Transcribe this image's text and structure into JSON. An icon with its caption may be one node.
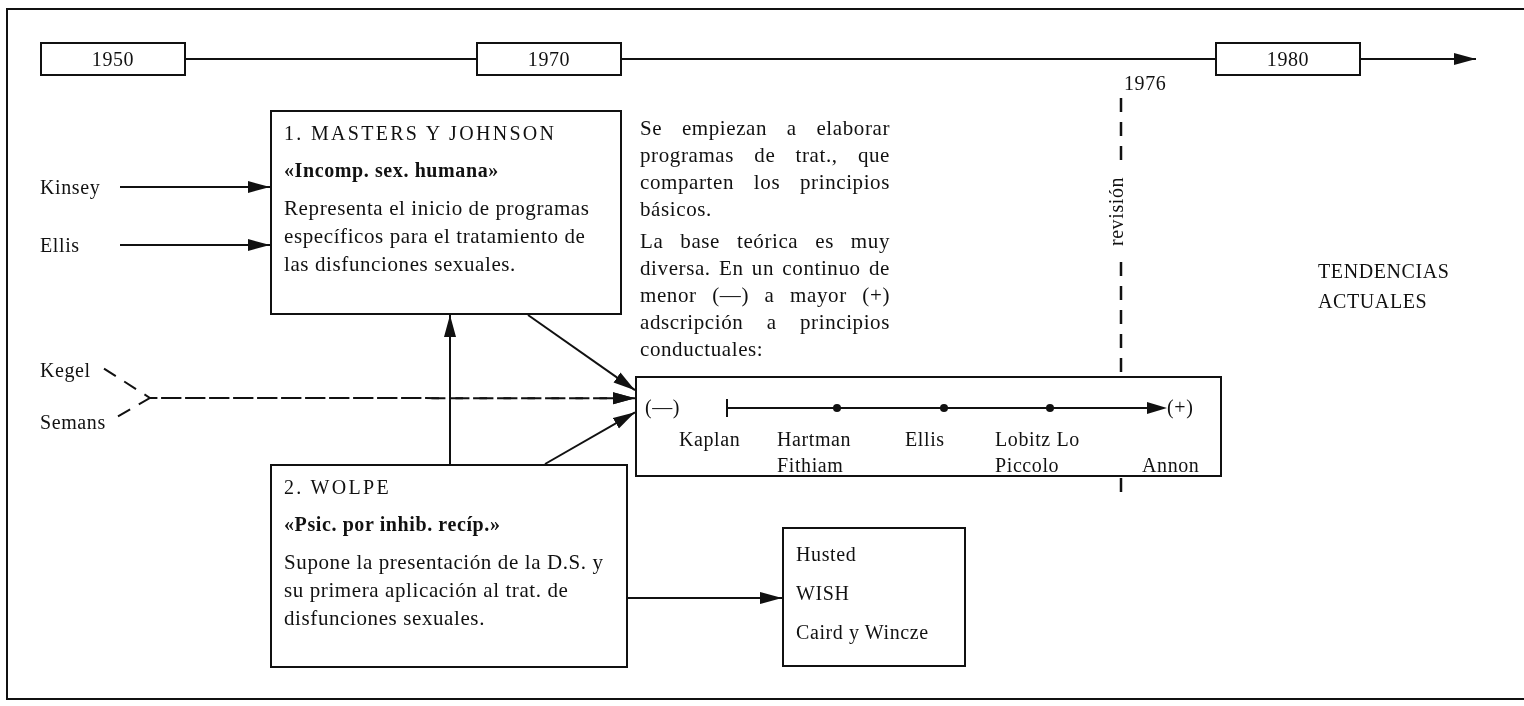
{
  "diagram": {
    "nodes": [
      {
        "text": [
          "1950"
        ]
      },
      {
        "text": [
          "1970"
        ]
      },
      {
        "text": [
          "1980"
        ]
      },
      {
        "text": [
          "Kinsey"
        ]
      },
      {
        "text": [
          "Ellis"
        ]
      },
      {
        "text": [
          "Kegel"
        ]
      },
      {
        "text": [
          "Semans"
        ]
      },
      {
        "text": [
          "1. MASTERS Y JOHNSON",
          "«Incomp. sex. humana»",
          "Representa el inicio de programas específicos para el tratamiento de las disfunciones sexuales."
        ]
      },
      {
        "text": [
          "2. WOLPE",
          "«Psic. por inhib. recíp.»",
          "Supone la presentación de la D.S. y su primera aplicación al trat. de disfunciones sexuales."
        ]
      },
      {
        "text": [
          "(—)",
          "(+)",
          "Kaplan",
          "Hartman Fithiam",
          "Ellis",
          "Lobitz Lo Piccolo",
          "Annon"
        ]
      },
      {
        "text": [
          "Husted",
          "WISH",
          "Caird y Wincze"
        ]
      }
    ],
    "edges": [
      {
        "from": 0,
        "to": 1,
        "arrow": "none"
      },
      {
        "from": 1,
        "to": 2,
        "arrow": "none"
      },
      {
        "from": 2,
        "to": null,
        "arrow": "to"
      },
      {
        "from": 3,
        "to": 7,
        "arrow": "to"
      },
      {
        "from": 4,
        "to": 7,
        "arrow": "to"
      },
      {
        "from": 5,
        "to": 9,
        "arrow": "to",
        "style": "dashed"
      },
      {
        "from": 6,
        "to": 9,
        "arrow": "to",
        "style": "dashed"
      },
      {
        "from": 8,
        "to": 7,
        "arrow": "to"
      },
      {
        "from": 7,
        "to": 9,
        "arrow": "to"
      },
      {
        "from": 8,
        "to": 9,
        "arrow": "to"
      },
      {
        "from": 8,
        "to": 10,
        "arrow": "to"
      }
    ],
    "labels": [
      "1976",
      "Se empiezan a elaborar programas de trat., que comparten los principios básicos.",
      "La base teórica es muy diversa. En un continuo de menor (—) a mayor (+) adscripción a principios conductuales:",
      "revisión",
      "TENDENCIAS ACTUALES"
    ]
  }
}
